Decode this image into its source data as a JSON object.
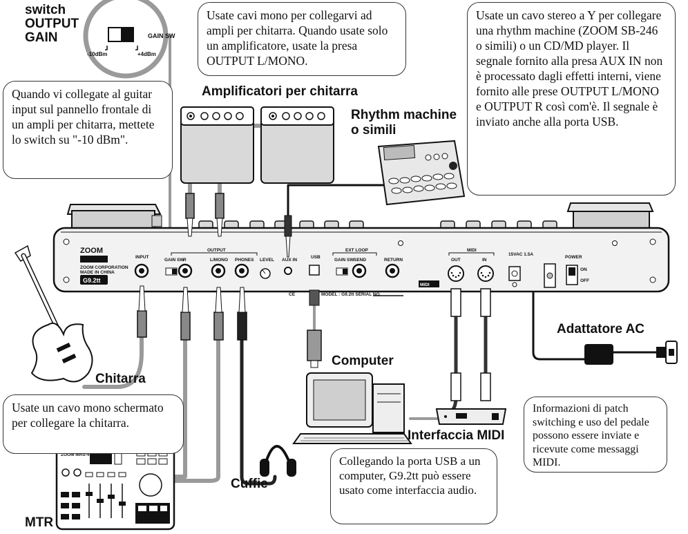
{
  "labels": {
    "switch_output_gain": "switch\nOUTPUT\nGAIN",
    "gain_sw_title": "GAIN SW",
    "gain_minus": "-10dBm",
    "gain_plus": "+4dBm",
    "amplifiers": "Amplificatori per chitarra",
    "rhythm_machine": "Rhythm machine\no simili",
    "computer": "Computer",
    "midi_interface": "Interfaccia MIDI",
    "ac_adapter": "Adattatore AC",
    "guitar": "Chitarra",
    "headphones": "Cuffie",
    "mtr": "MTR"
  },
  "callouts": {
    "mono_cables": "Usate cavi mono per collegarvi ad ampli per chitarra. Quando usate solo un amplificatore, usate la presa OUTPUT L/MONO.",
    "stereo_y": "Usate un cavo stereo a Y per collegare una rhythm machine (ZOOM SB-246 o simili) o un CD/MD player. Il segnale fornito alla presa AUX IN non è processato dagli effetti interni, viene fornito alle prese OUTPUT L/MONO e OUTPUT R così com'è. Il segnale è inviato anche alla porta USB.",
    "guitar_input": "Quando vi collegate al guitar input sul pannello frontale di un ampli per chitarra, mettete lo switch su \"-10 dBm\".",
    "mono_shielded": "Usate un cavo mono schermato per collegare la chitarra.",
    "usb_audio": "Collegando la porta USB a un computer, G9.2tt può essere usato come interfaccia audio.",
    "midi_info": "Informazioni di patch switching e uso del pedale possono essere inviate e ricevute come messaggi MIDI."
  },
  "panel": {
    "brand": "ZOOM",
    "company": "ZOOM CORPORATION",
    "made_in": "MADE IN CHINA",
    "model_badge": "G9.2tt",
    "input": "INPUT",
    "gain_sw": "GAIN SW",
    "output": "OUTPUT",
    "out_r": "R",
    "out_l": "L/MONO",
    "phones": "PHONES",
    "level": "LEVEL",
    "aux_in": "AUX IN",
    "usb": "USB",
    "ext_loop": "EXT LOOP",
    "send": "SEND",
    "return": "RETURN",
    "model_serial": "MODEL : G9.2tt    SERIAL NO.",
    "midi": "MIDI",
    "midi_out": "OUT",
    "midi_in": "IN",
    "dc_rating": "15VAC\n1.5A",
    "power": "POWER",
    "on": "ON",
    "off": "OFF",
    "midi_logo": "MIDI",
    "ce": "CE"
  },
  "mtr_brand": "ZOOM MRS-4"
}
